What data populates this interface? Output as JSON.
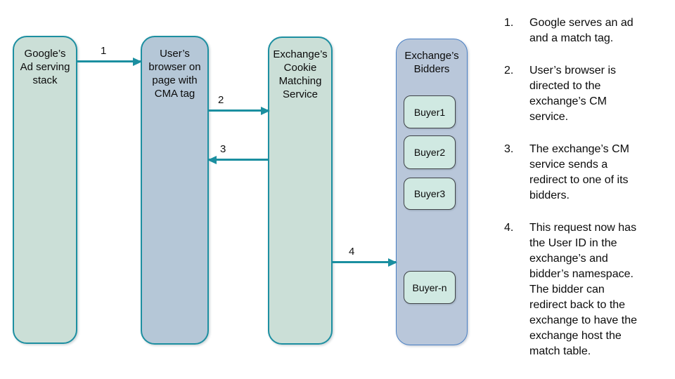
{
  "diagram": {
    "columns": [
      {
        "id": "google-stack",
        "title": "Google’s\nAd serving\nstack"
      },
      {
        "id": "user-browser",
        "title": "User’s\nbrowser on\npage with\nCMA tag"
      },
      {
        "id": "cookie-matching",
        "title": "Exchange’s\nCookie\nMatching\nService"
      },
      {
        "id": "bidders",
        "title": "Exchange’s\nBidders",
        "buyers": [
          "Buyer1",
          "Buyer2",
          "Buyer3",
          "Buyer-n"
        ]
      }
    ],
    "arrows": [
      {
        "label": "1",
        "from": "google-stack",
        "to": "user-browser",
        "direction": "right"
      },
      {
        "label": "2",
        "from": "user-browser",
        "to": "cookie-matching",
        "direction": "right"
      },
      {
        "label": "3",
        "from": "cookie-matching",
        "to": "user-browser",
        "direction": "left"
      },
      {
        "label": "4",
        "from": "cookie-matching",
        "to": "bidders",
        "direction": "right"
      }
    ],
    "colors": {
      "teal_stroke": "#1d8fa1",
      "arrow": "#1b8fa0",
      "green_fill": "#cbdfd7",
      "blue_fill": "#b5c7d7",
      "bidders_fill": "#b9c7da",
      "bidders_stroke": "#4a80c4",
      "buyer_fill": "#d0e9e2"
    }
  },
  "steps": {
    "items": [
      {
        "number": "1.",
        "text": "Google serves an ad\nand a match tag."
      },
      {
        "number": "2.",
        "text": "User’s browser is\ndirected to the\nexchange’s CM\nservice."
      },
      {
        "number": "3.",
        "text": "The exchange’s CM\nservice sends a\nredirect to one of its\nbidders."
      },
      {
        "number": "4.",
        "text": "This request now has\nthe User ID in the\nexchange’s and\nbidder’s namespace.\nThe bidder can\nredirect back to the\nexchange to have the\nexchange host the\nmatch table."
      }
    ]
  }
}
